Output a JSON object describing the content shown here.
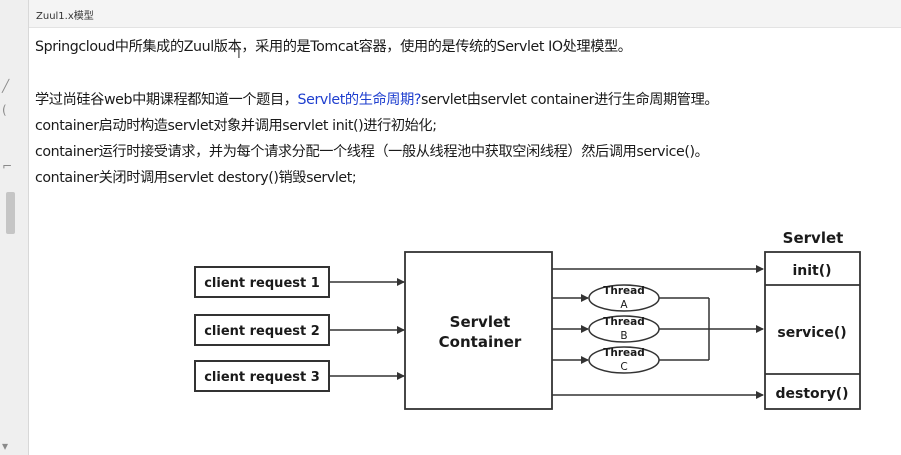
{
  "document": {
    "title": "Zuul1.x模型",
    "line1": "Springcloud中所集成的Zuul版本，采用的是Tomcat容器，使用的是传统的Servlet IO处理模型。",
    "line2_prefix": "学过尚硅谷web中期课程都知道一个题目，",
    "line2_link": "Servlet的生命周期?",
    "line2_suffix": "servlet由servlet container进行生命周期管理。",
    "line3": "container启动时构造servlet对象并调用servlet init()进行初始化;",
    "line4": "container运行时接受请求，并为每个请求分配一个线程（一般从线程池中获取空闲线程）然后调用service()。",
    "line5": "container关闭时调用servlet destory()销毁servlet;"
  },
  "diagram": {
    "requests": [
      "client request 1",
      "client request 2",
      "client request 3"
    ],
    "container_label": [
      "Servlet",
      "Container"
    ],
    "threads": [
      {
        "label": "Thread",
        "letter": "A"
      },
      {
        "label": "Thread",
        "letter": "B"
      },
      {
        "label": "Thread",
        "letter": "C"
      }
    ],
    "servlet_title": "Servlet",
    "methods": [
      "init()",
      "service()",
      "destory()"
    ]
  },
  "colors": {
    "link": "#1f3fcf",
    "stroke": "#333333",
    "gutter": "#efefef"
  }
}
